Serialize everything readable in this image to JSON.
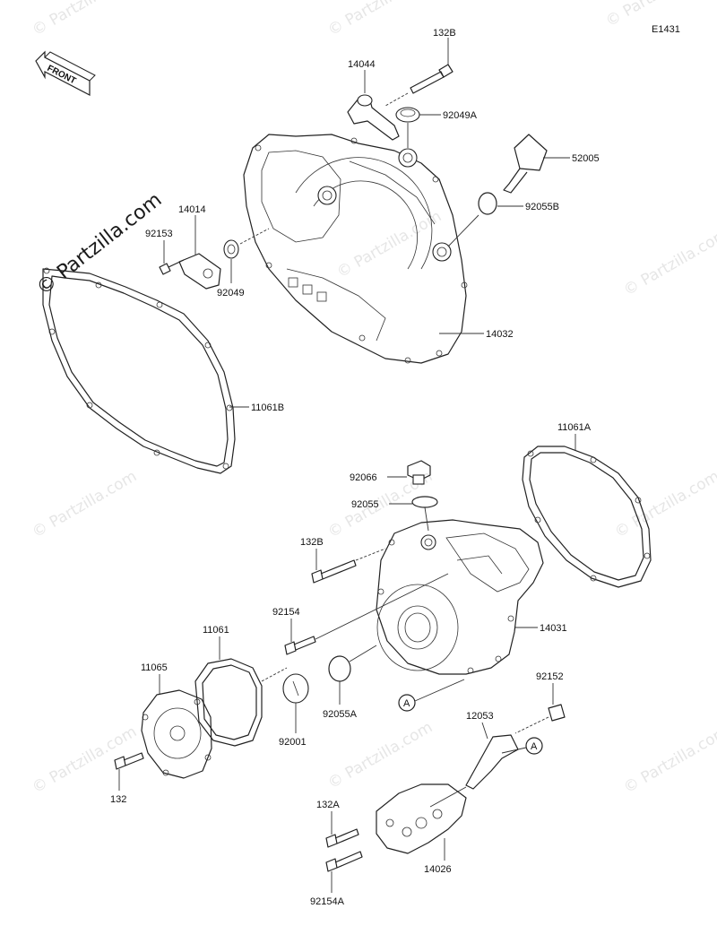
{
  "diagram_code": "E1431",
  "front_label": "FRONT",
  "watermark": {
    "text": "© Partzilla.com"
  },
  "parts": [
    {
      "id": "132B",
      "label": "132B"
    },
    {
      "id": "14044",
      "label": "14044"
    },
    {
      "id": "92049A",
      "label": "92049A"
    },
    {
      "id": "52005",
      "label": "52005"
    },
    {
      "id": "92055B",
      "label": "92055B"
    },
    {
      "id": "14014",
      "label": "14014"
    },
    {
      "id": "92153",
      "label": "92153"
    },
    {
      "id": "92049",
      "label": "92049"
    },
    {
      "id": "14032",
      "label": "14032"
    },
    {
      "id": "11061B",
      "label": "11061B"
    },
    {
      "id": "11061A",
      "label": "11061A"
    },
    {
      "id": "92066",
      "label": "92066"
    },
    {
      "id": "92055",
      "label": "92055"
    },
    {
      "id": "132B_lower",
      "label": "132B"
    },
    {
      "id": "92154",
      "label": "92154"
    },
    {
      "id": "14031",
      "label": "14031"
    },
    {
      "id": "11061",
      "label": "11061"
    },
    {
      "id": "11065",
      "label": "11065"
    },
    {
      "id": "92001",
      "label": "92001"
    },
    {
      "id": "92055A",
      "label": "92055A"
    },
    {
      "id": "ref_A_1",
      "label": "A"
    },
    {
      "id": "92152",
      "label": "92152"
    },
    {
      "id": "12053",
      "label": "12053"
    },
    {
      "id": "ref_A_2",
      "label": "A"
    },
    {
      "id": "132",
      "label": "132"
    },
    {
      "id": "132A",
      "label": "132A"
    },
    {
      "id": "14026",
      "label": "14026"
    },
    {
      "id": "92154A",
      "label": "92154A"
    }
  ]
}
